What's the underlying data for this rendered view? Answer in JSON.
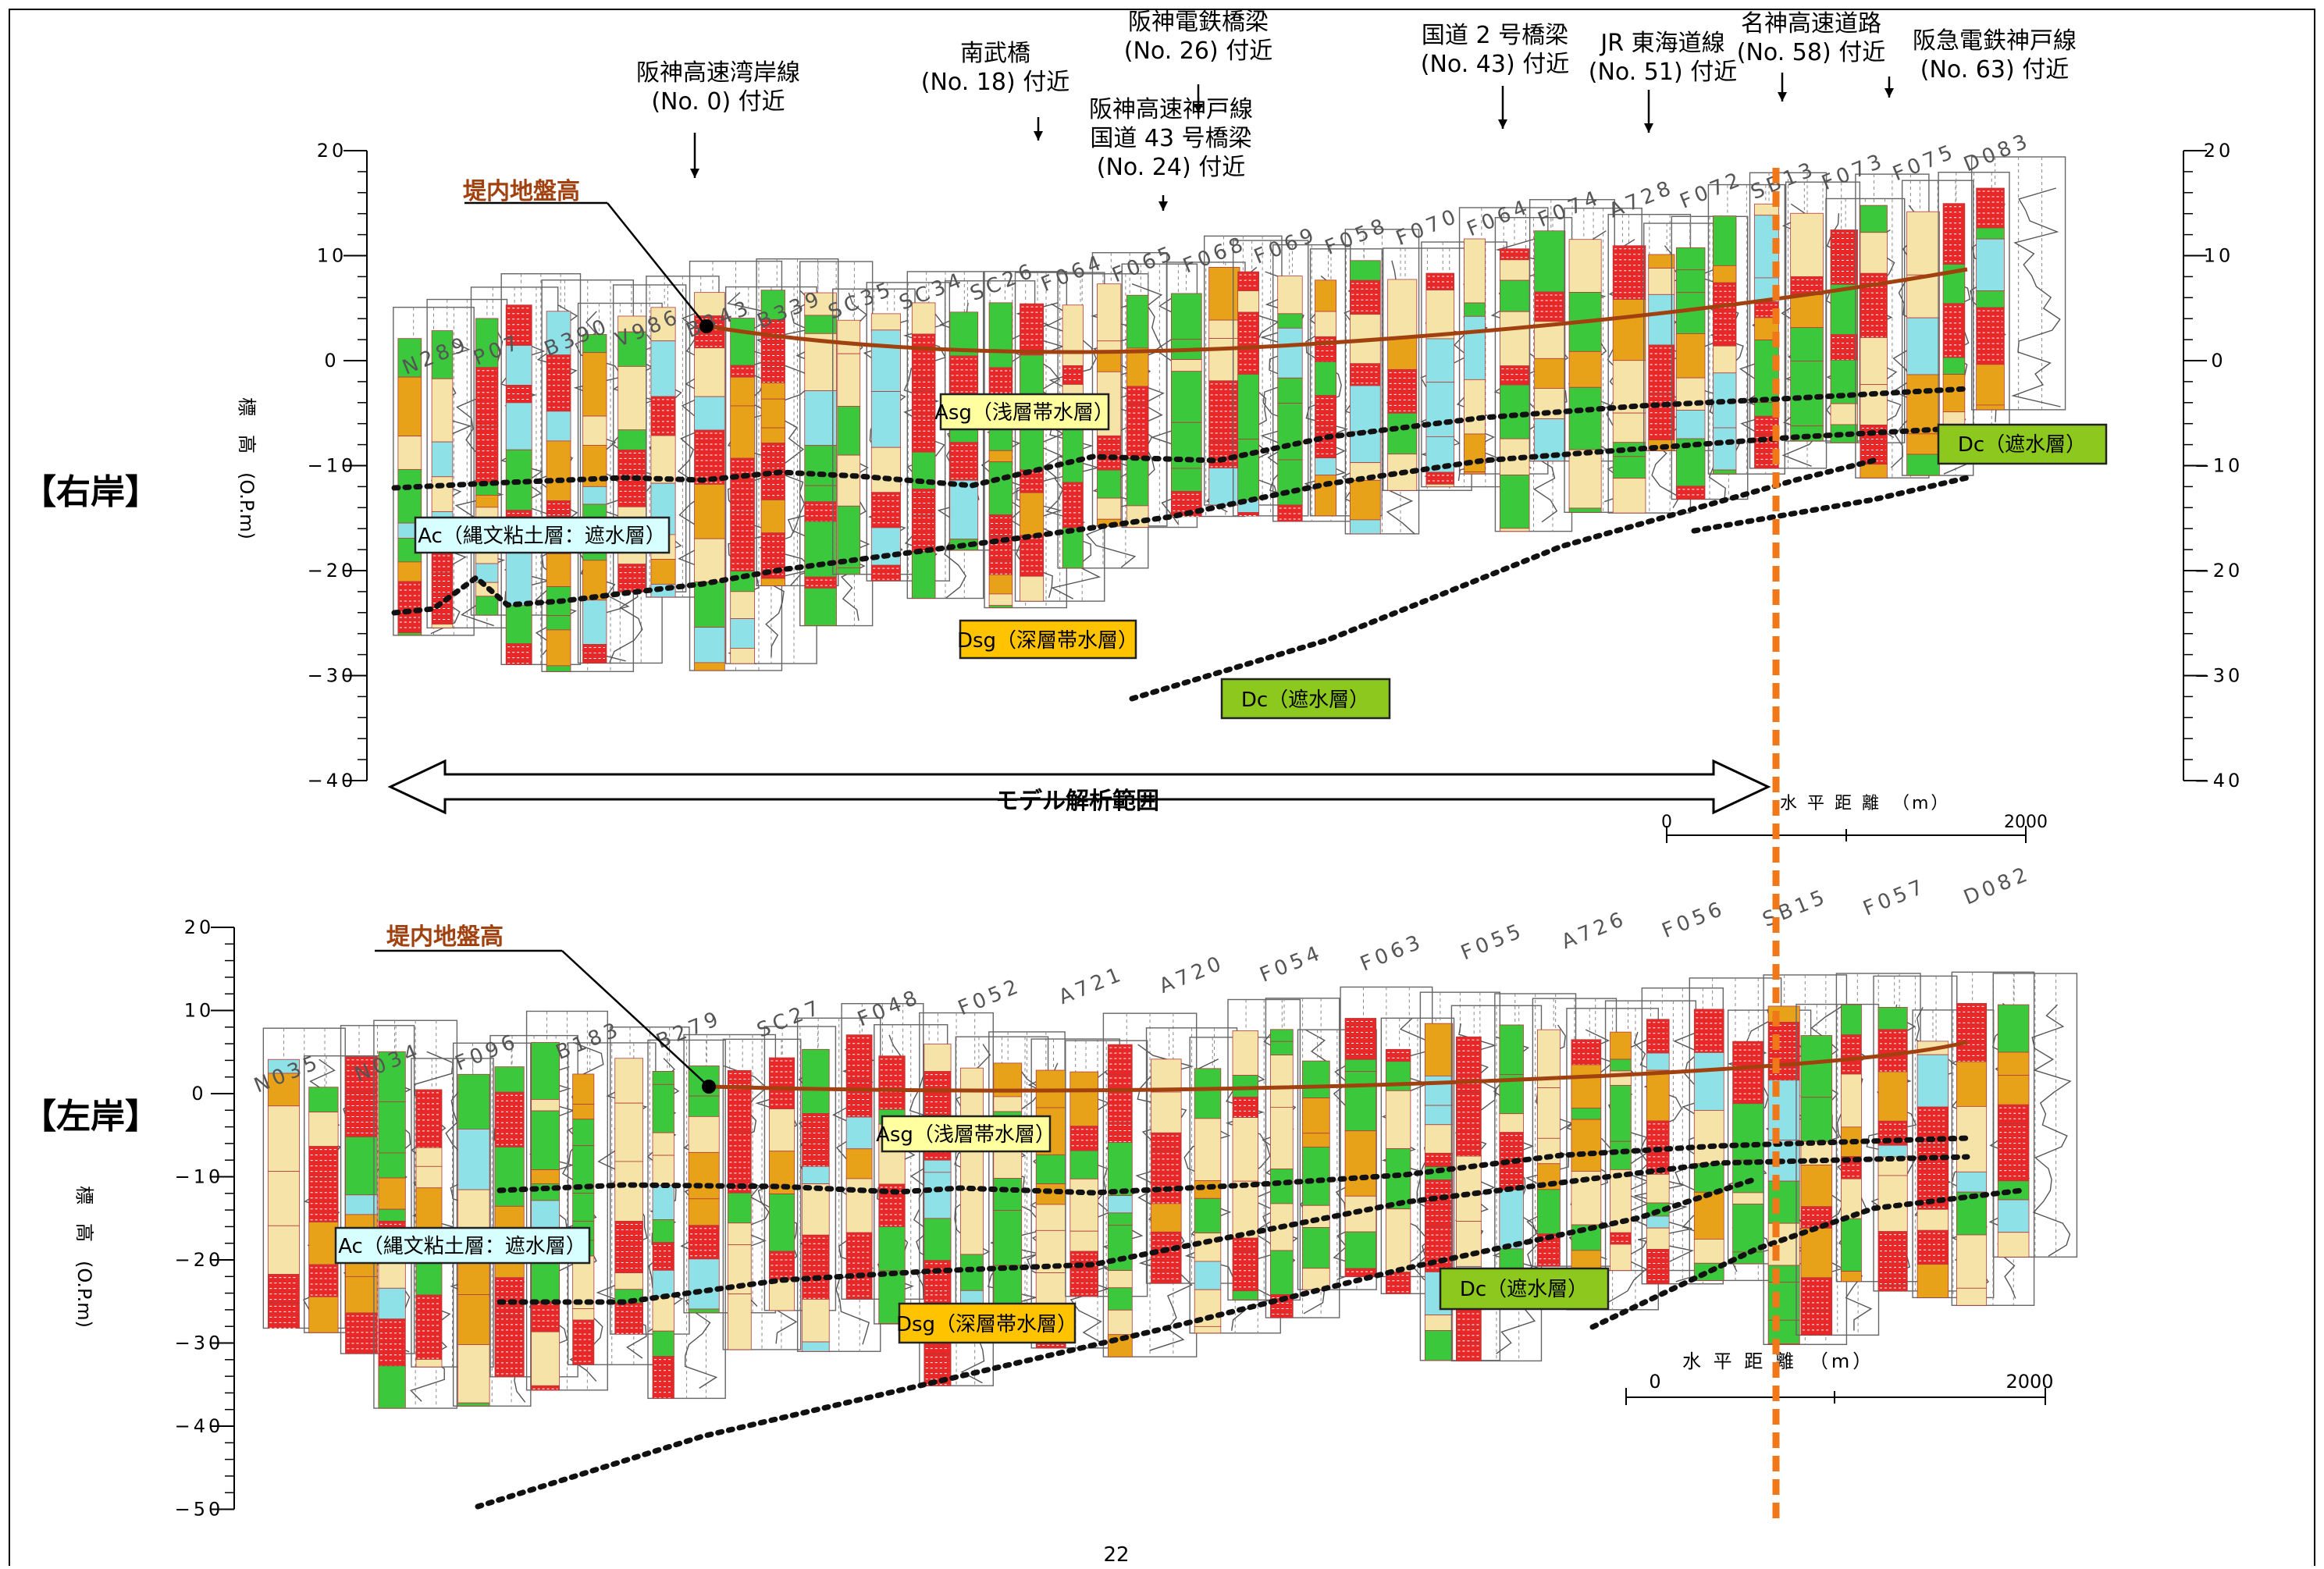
{
  "page_number": "22",
  "colors": {
    "ground_line": "#a0410f",
    "boundary_dotted": "#111111",
    "model_limit": "#f07818",
    "asg_box": "#ffffa0",
    "dsg_box": "#ffc300",
    "ac_box": "#d7ffff",
    "dc_box": "#8cc81e",
    "clay_green": "#3cc83c",
    "gravel_red": "#e82828",
    "sand_yellow": "#f5e3a8",
    "silt_cyan": "#8fe1e8",
    "gravel_orange": "#e8a21a"
  },
  "right_bank": {
    "section_label": "【右岸】",
    "axis_label": "標　高　(O.P.m)",
    "y_ticks": [
      "20",
      "10",
      "0",
      "−10",
      "−20",
      "−30",
      "−40"
    ],
    "ground_label": "堤内地盤高",
    "landmarks": [
      {
        "text": "阪神高速湾岸線\n(No. 0) 付近"
      },
      {
        "text": "南武橋\n(No. 18) 付近"
      },
      {
        "text": "阪神電鉄橋梁\n(No. 26) 付近"
      },
      {
        "text": "阪神高速神戸線\n国道 43 号橋梁\n(No. 24) 付近"
      },
      {
        "text": "国道 2 号橋梁\n(No. 43) 付近"
      },
      {
        "text": "JR 東海道線\n(No. 51) 付近"
      },
      {
        "text": "名神高速道路\n(No. 58) 付近"
      },
      {
        "text": "阪急電鉄神戸線\n(No. 63) 付近"
      }
    ],
    "layers": {
      "asg": "Asg（浅層帯水層）",
      "ac": "Ac（縄文粘土層：遮水層）",
      "dsg": "Dsg（深層帯水層）",
      "dc_mid": "Dc（遮水層）",
      "dc_right": "Dc（遮水層）"
    },
    "borings": [
      "N289",
      "P07",
      "B390",
      "V986",
      "B343",
      "B339",
      "SC35",
      "SC34",
      "SC26",
      "F064",
      "F065",
      "F068",
      "F069",
      "F058",
      "F070",
      "F064",
      "F074",
      "A728",
      "F072",
      "SB13",
      "F073",
      "F075",
      "D083"
    ],
    "model_range": "モデル解析範囲",
    "scale_label": "水 平 距 離　（m）",
    "scale_start": "0",
    "scale_end": "2000"
  },
  "left_bank": {
    "section_label": "【左岸】",
    "axis_label": "標　高　(O.P.m)",
    "y_ticks": [
      "20",
      "10",
      "0",
      "−10",
      "−20",
      "−30",
      "−40",
      "−50"
    ],
    "ground_label": "堤内地盤高",
    "layers": {
      "asg": "Asg（浅層帯水層）",
      "ac": "Ac（縄文粘土層：遮水層）",
      "dsg": "Dsg（深層帯水層）",
      "dc": "Dc（遮水層）"
    },
    "borings": [
      "N035",
      "N034",
      "F096",
      "B183",
      "B279",
      "SC27",
      "F048",
      "F052",
      "A721",
      "A720",
      "F054",
      "F063",
      "F055",
      "A726",
      "F056",
      "SB15",
      "F057",
      "D082"
    ],
    "scale_label": "水 平 距 離　（m）",
    "scale_start": "0",
    "scale_end": "2000"
  }
}
